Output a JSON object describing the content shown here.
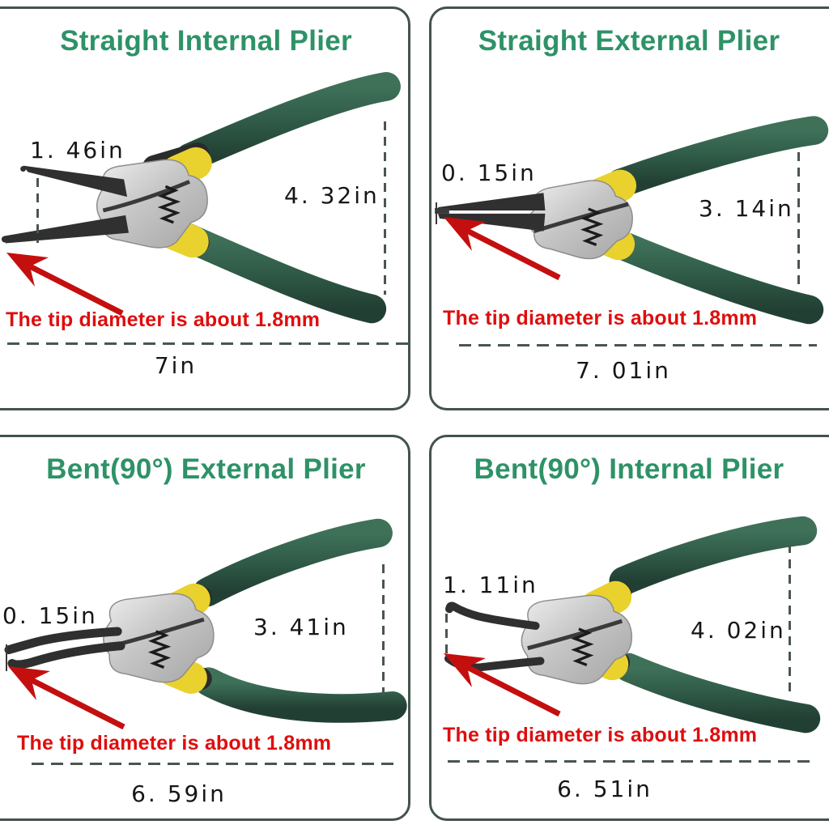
{
  "colors": {
    "title_green": "#2e9267",
    "panel_border": "#43534b",
    "note_red": "#de0e0e",
    "arrow_red": "#c40f0f",
    "measurement_text": "#161616",
    "handle_green": "#2f5a47",
    "collar_yellow": "#e9d22e",
    "steel_gray": "#c6c6c6"
  },
  "panels": [
    {
      "id": "straight-internal",
      "title": "Straight Internal Plier",
      "tip_label": "1. 46in",
      "height_label": "4. 32in",
      "length_label": "7in",
      "note": "The tip diameter is about 1.8mm"
    },
    {
      "id": "straight-external",
      "title": "Straight External Plier",
      "tip_label": "0. 15in",
      "height_label": "3. 14in",
      "length_label": "7. 01in",
      "note": "The tip diameter is about 1.8mm"
    },
    {
      "id": "bent-external",
      "title": "Bent(90°) External Plier",
      "tip_label": "0. 15in",
      "height_label": "3. 41in",
      "length_label": "6. 59in",
      "note": "The tip diameter is about 1.8mm"
    },
    {
      "id": "bent-internal",
      "title": "Bent(90°) Internal Plier",
      "tip_label": "1. 11in",
      "height_label": "4. 02in",
      "length_label": "6. 51in",
      "note": "The tip diameter is about 1.8mm"
    }
  ]
}
